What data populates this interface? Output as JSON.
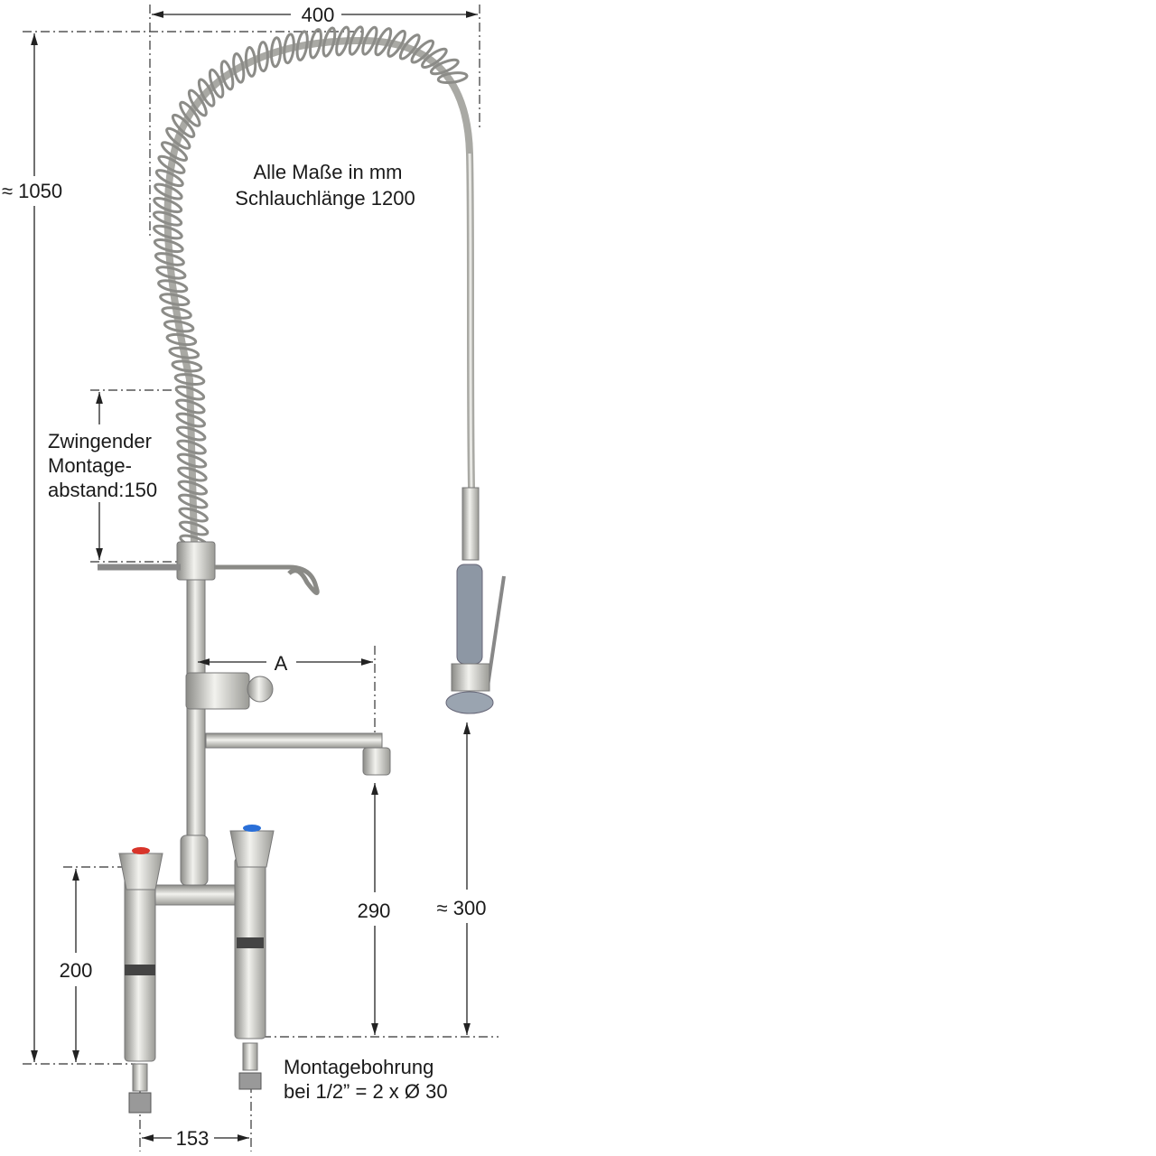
{
  "dimensions": {
    "width_top": "400",
    "total_height": "≈ 1050",
    "mounting_distance": [
      "Zwingender",
      "Montage-",
      "abstand:150"
    ],
    "spout_reach": "A",
    "spout_height": "290",
    "nozzle_height": "≈ 300",
    "body_height": "200",
    "leg_spacing": "153"
  },
  "notes": {
    "units": "Alle Maße in mm",
    "hose_length": "Schlauchlänge 1200",
    "mounting_hole": [
      "Montagebohrung",
      "bei 1/2” = 2 x Ø 30"
    ]
  },
  "colors": {
    "hot_indicator": "#d8342a",
    "cold_indicator": "#2a6fd8",
    "grip": "#8d97a4"
  }
}
